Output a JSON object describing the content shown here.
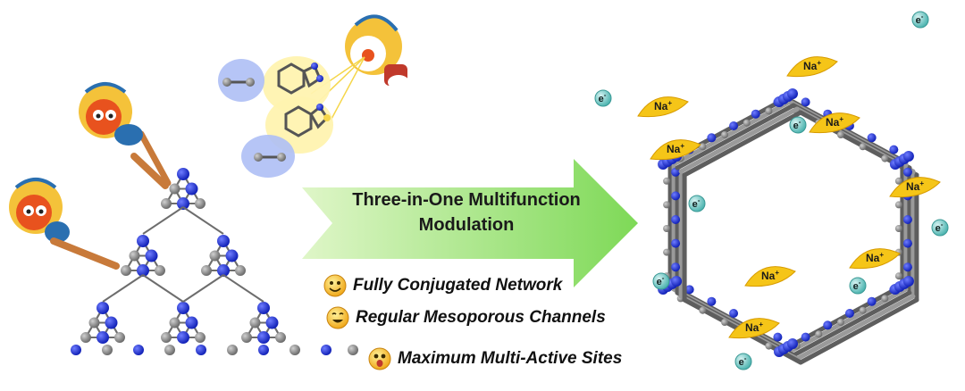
{
  "arrow": {
    "line1": "Three-in-One Multifunction",
    "line2": "Modulation"
  },
  "features": [
    {
      "label": "Fully Conjugated Network",
      "icon": "happy-smiley-icon"
    },
    {
      "label": "Regular Mesoporous Channels",
      "icon": "grin-smiley-icon"
    },
    {
      "label": "Maximum Multi-Active Sites",
      "icon": "surprised-smiley-icon"
    }
  ],
  "framework": {
    "ions": [
      "Na",
      "Na",
      "Na",
      "Na",
      "Na",
      "Na",
      "Na",
      "Na"
    ],
    "ion_charge": "+",
    "electron": "e",
    "electron_charge": "-"
  },
  "colors": {
    "nitrogen": "#2233d8",
    "carbon": "#8a8a8a",
    "arrow": "#9ee36a",
    "ion_cloud": "#f5c518",
    "electron": "#7fd3d0",
    "cloud_blue": "#9fb4f2",
    "cloud_yellow": "#fff0a8"
  }
}
